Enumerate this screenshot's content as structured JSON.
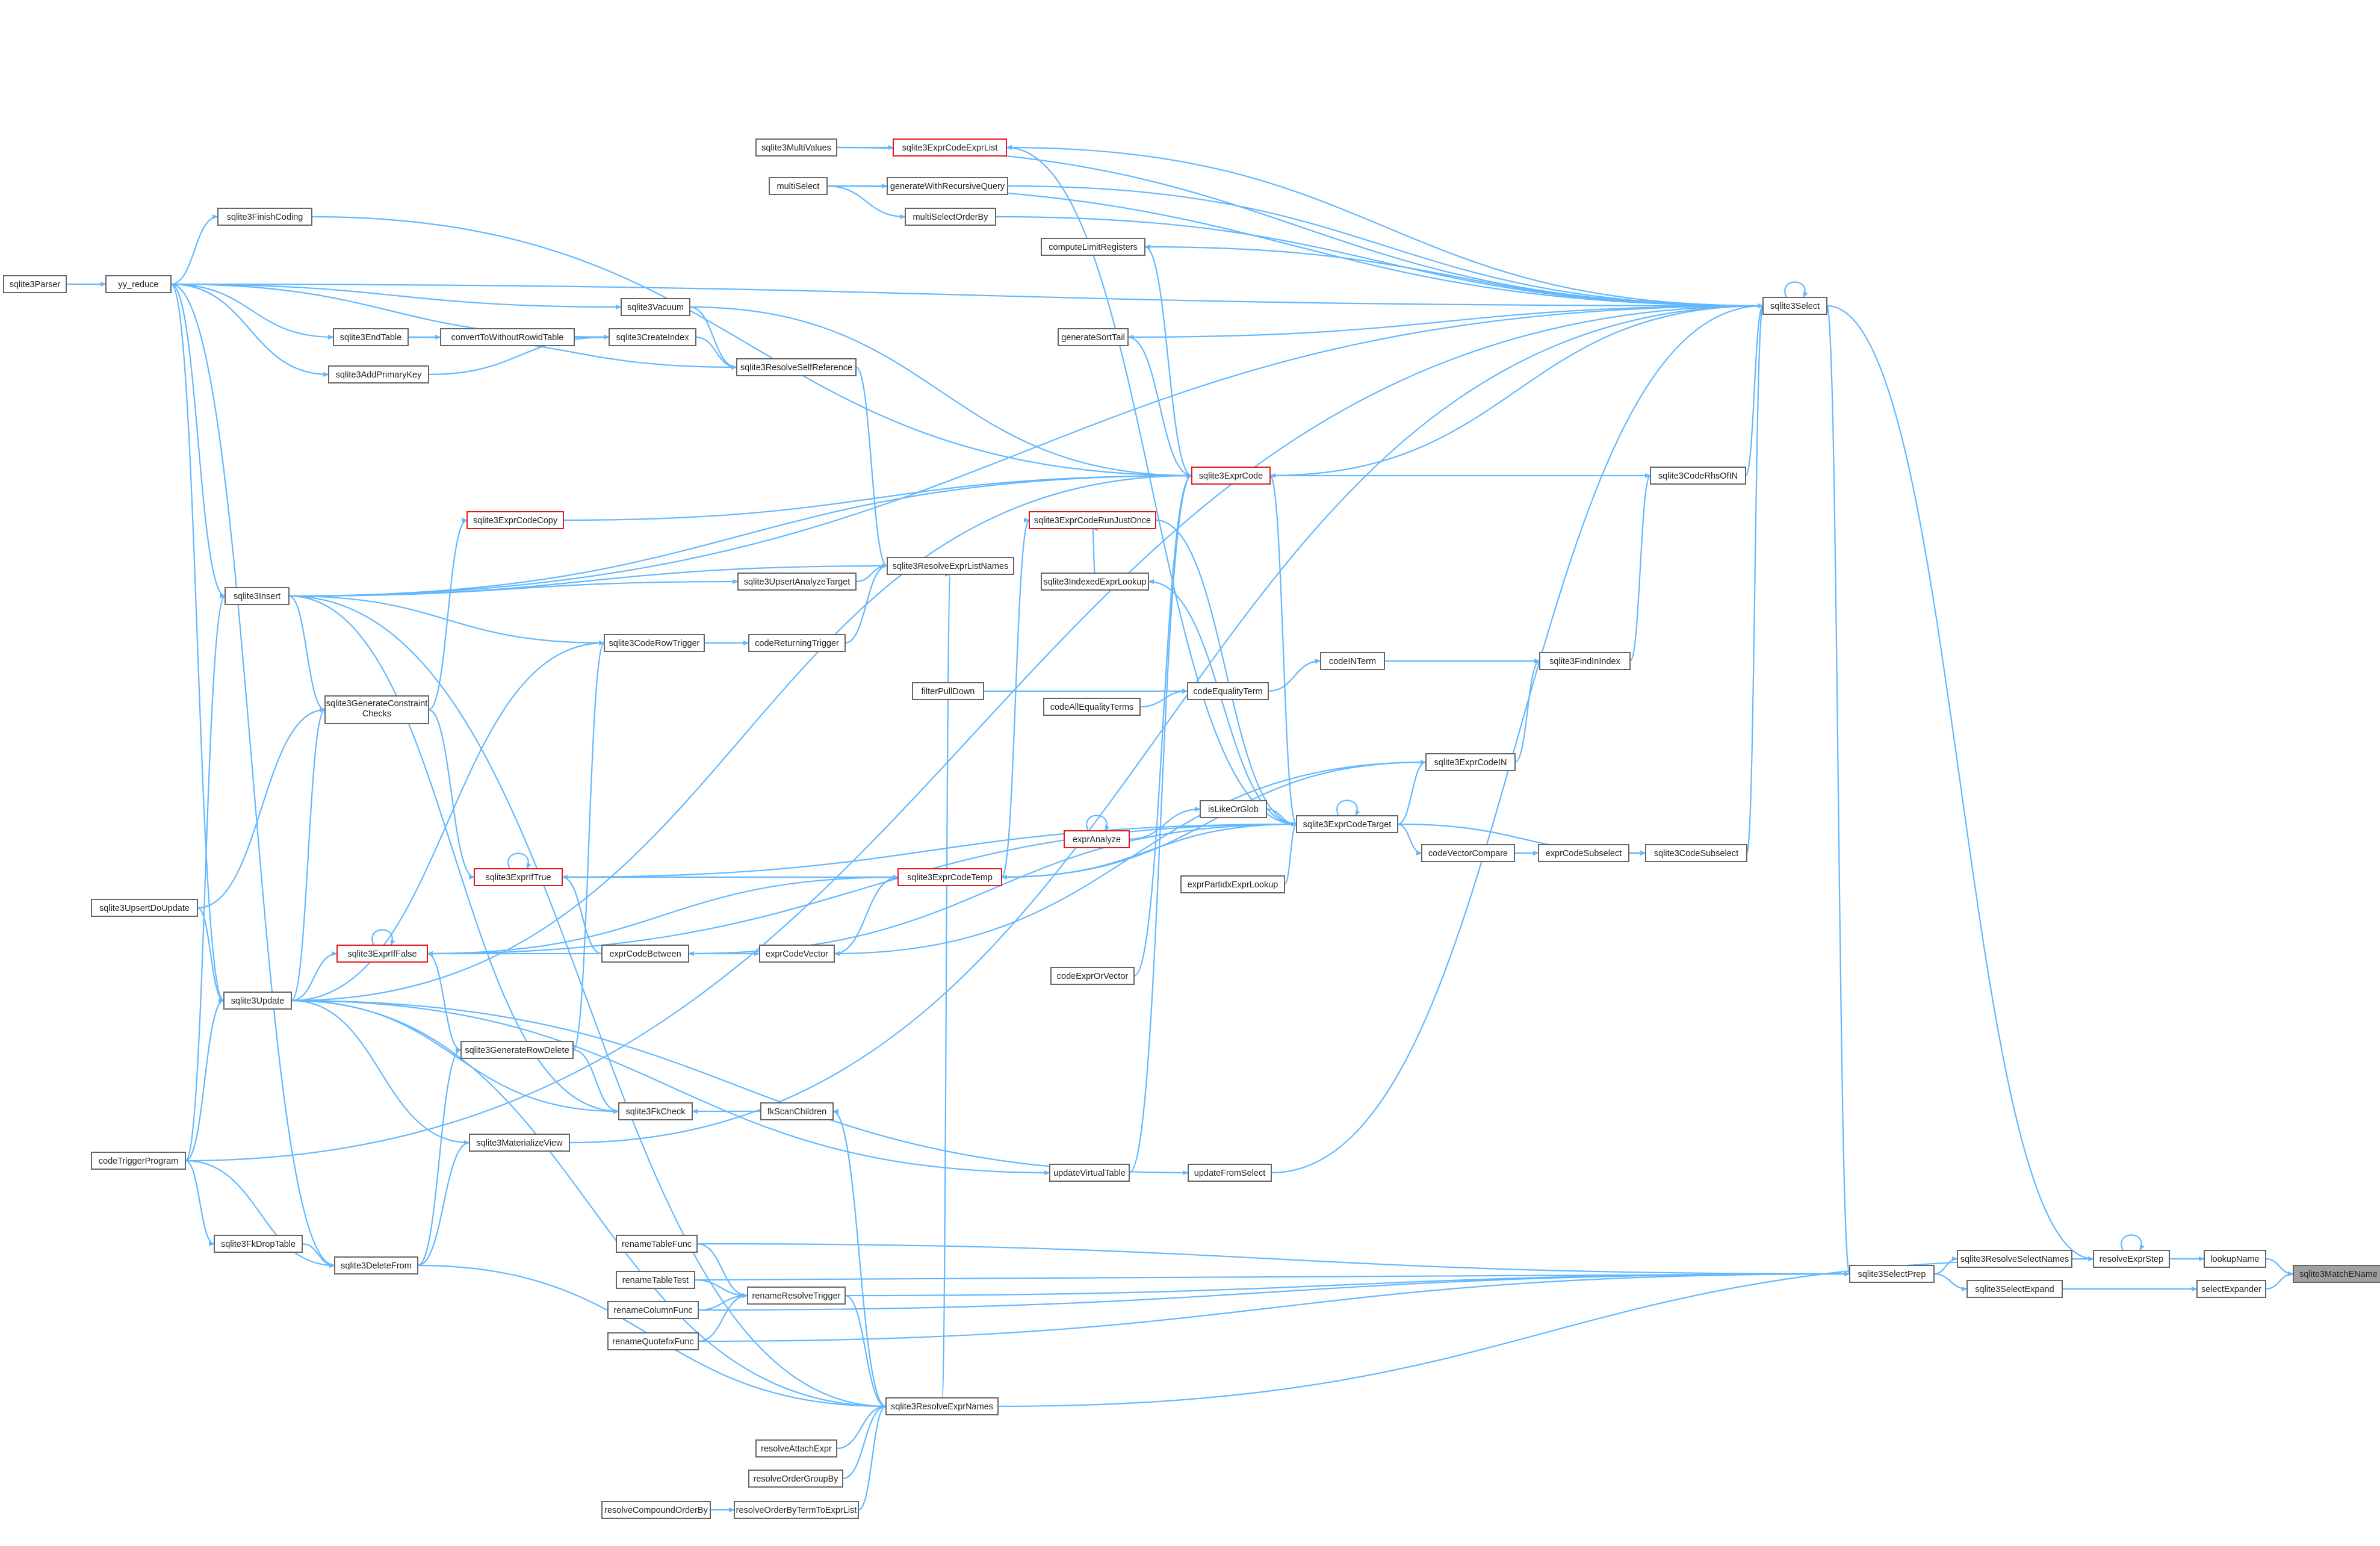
{
  "diagram": {
    "type": "call-graph",
    "root": "sqlite3MatchEName",
    "colors": {
      "edge": "#63b8ff",
      "node_border": "#666666",
      "highlight_border": "#e41a1c",
      "root_fill": "#a0a0a0"
    },
    "nodes": [
      {
        "id": "sqlite3MatchEName",
        "label": "sqlite3MatchEName",
        "root": true
      },
      {
        "id": "lookupName",
        "label": "lookupName"
      },
      {
        "id": "selectExpander",
        "label": "selectExpander"
      },
      {
        "id": "resolveExprStep",
        "label": "resolveExprStep"
      },
      {
        "id": "sqlite3ResolveSelectNames",
        "label": "sqlite3ResolveSelectNames"
      },
      {
        "id": "sqlite3SelectExpand",
        "label": "sqlite3SelectExpand"
      },
      {
        "id": "sqlite3SelectPrep",
        "label": "sqlite3SelectPrep"
      },
      {
        "id": "sqlite3Select",
        "label": "sqlite3Select"
      },
      {
        "id": "sqlite3CodeRhsOfIN",
        "label": "sqlite3CodeRhsOfIN"
      },
      {
        "id": "sqlite3FindInIndex",
        "label": "sqlite3FindInIndex"
      },
      {
        "id": "sqlite3ExprCodeIN",
        "label": "sqlite3ExprCodeIN"
      },
      {
        "id": "sqlite3CodeSubselect",
        "label": "sqlite3CodeSubselect"
      },
      {
        "id": "exprCodeSubselect",
        "label": "exprCodeSubselect"
      },
      {
        "id": "codeVectorCompare",
        "label": "codeVectorCompare"
      },
      {
        "id": "codeINTerm",
        "label": "codeINTerm"
      },
      {
        "id": "codeEqualityTerm",
        "label": "codeEqualityTerm"
      },
      {
        "id": "codeAllEqualityTerms",
        "label": "codeAllEqualityTerms"
      },
      {
        "id": "filterPullDown",
        "label": "filterPullDown"
      },
      {
        "id": "sqlite3ExprCodeTarget",
        "label": "sqlite3ExprCodeTarget"
      },
      {
        "id": "isLikeOrGlob",
        "label": "isLikeOrGlob"
      },
      {
        "id": "exprAnalyze",
        "label": "exprAnalyze",
        "red": true
      },
      {
        "id": "exprPartidxExprLookup",
        "label": "exprPartidxExprLookup"
      },
      {
        "id": "sqlite3ExprCode",
        "label": "sqlite3ExprCode",
        "red": true
      },
      {
        "id": "sqlite3ExprCodeExprList",
        "label": "sqlite3ExprCodeExprList",
        "red": true
      },
      {
        "id": "sqlite3MultiValues",
        "label": "sqlite3MultiValues"
      },
      {
        "id": "multiSelect",
        "label": "multiSelect"
      },
      {
        "id": "generateWithRecursiveQuery",
        "label": "generateWithRecursiveQuery"
      },
      {
        "id": "multiSelectOrderBy",
        "label": "multiSelectOrderBy"
      },
      {
        "id": "computeLimitRegisters",
        "label": "computeLimitRegisters"
      },
      {
        "id": "generateSortTail",
        "label": "generateSortTail"
      },
      {
        "id": "sqlite3ExprCodeRunJustOnce",
        "label": "sqlite3ExprCodeRunJustOnce",
        "red": true
      },
      {
        "id": "sqlite3IndexedExprLookup",
        "label": "sqlite3IndexedExprLookup"
      },
      {
        "id": "sqlite3ExprCodeTemp",
        "label": "sqlite3ExprCodeTemp",
        "red": true
      },
      {
        "id": "exprCodeVector",
        "label": "exprCodeVector"
      },
      {
        "id": "codeExprOrVector",
        "label": "codeExprOrVector"
      },
      {
        "id": "sqlite3ExprIfTrue",
        "label": "sqlite3ExprIfTrue",
        "red": true
      },
      {
        "id": "sqlite3ExprIfFalse",
        "label": "sqlite3ExprIfFalse",
        "red": true
      },
      {
        "id": "exprCodeBetween",
        "label": "exprCodeBetween"
      },
      {
        "id": "sqlite3ExprCodeCopy",
        "label": "sqlite3ExprCodeCopy",
        "red": true
      },
      {
        "id": "sqlite3ResolveExprListNames",
        "label": "sqlite3ResolveExprListNames"
      },
      {
        "id": "sqlite3UpsertAnalyzeTarget",
        "label": "sqlite3UpsertAnalyzeTarget"
      },
      {
        "id": "codeReturningTrigger",
        "label": "codeReturningTrigger"
      },
      {
        "id": "sqlite3CodeRowTrigger",
        "label": "sqlite3CodeRowTrigger"
      },
      {
        "id": "sqlite3Vacuum",
        "label": "sqlite3Vacuum"
      },
      {
        "id": "sqlite3ResolveSelfReference",
        "label": "sqlite3ResolveSelfReference"
      },
      {
        "id": "sqlite3CreateIndex",
        "label": "sqlite3CreateIndex"
      },
      {
        "id": "convertToWithoutRowidTable",
        "label": "convertToWithoutRowidTable"
      },
      {
        "id": "sqlite3EndTable",
        "label": "sqlite3EndTable"
      },
      {
        "id": "sqlite3AddPrimaryKey",
        "label": "sqlite3AddPrimaryKey"
      },
      {
        "id": "sqlite3FinishCoding",
        "label": "sqlite3FinishCoding"
      },
      {
        "id": "yy_reduce",
        "label": "yy_reduce"
      },
      {
        "id": "sqlite3Parser",
        "label": "sqlite3Parser"
      },
      {
        "id": "sqlite3Insert",
        "label": "sqlite3Insert"
      },
      {
        "id": "sqlite3GenerateConstraintChecks",
        "label": "sqlite3GenerateConstraint Checks"
      },
      {
        "id": "sqlite3UpsertDoUpdate",
        "label": "sqlite3UpsertDoUpdate"
      },
      {
        "id": "sqlite3Update",
        "label": "sqlite3Update"
      },
      {
        "id": "sqlite3GenerateRowDelete",
        "label": "sqlite3GenerateRowDelete"
      },
      {
        "id": "sqlite3FkCheck",
        "label": "sqlite3FkCheck"
      },
      {
        "id": "fkScanChildren",
        "label": "fkScanChildren"
      },
      {
        "id": "sqlite3MaterializeView",
        "label": "sqlite3MaterializeView"
      },
      {
        "id": "updateVirtualTable",
        "label": "updateVirtualTable"
      },
      {
        "id": "updateFromSelect",
        "label": "updateFromSelect"
      },
      {
        "id": "codeTriggerProgram",
        "label": "codeTriggerProgram"
      },
      {
        "id": "sqlite3FkDropTable",
        "label": "sqlite3FkDropTable"
      },
      {
        "id": "sqlite3DeleteFrom",
        "label": "sqlite3DeleteFrom"
      },
      {
        "id": "renameTableFunc",
        "label": "renameTableFunc"
      },
      {
        "id": "renameTableTest",
        "label": "renameTableTest"
      },
      {
        "id": "renameColumnFunc",
        "label": "renameColumnFunc"
      },
      {
        "id": "renameQuotefixFunc",
        "label": "renameQuotefixFunc"
      },
      {
        "id": "renameResolveTrigger",
        "label": "renameResolveTrigger"
      },
      {
        "id": "sqlite3ResolveExprNames",
        "label": "sqlite3ResolveExprNames"
      },
      {
        "id": "resolveAttachExpr",
        "label": "resolveAttachExpr"
      },
      {
        "id": "resolveOrderGroupBy",
        "label": "resolveOrderGroupBy"
      },
      {
        "id": "resolveCompoundOrderBy",
        "label": "resolveCompoundOrderBy"
      },
      {
        "id": "resolveOrderByTermToExprList",
        "label": "resolveOrderByTermToExprList"
      }
    ],
    "edges": [
      [
        "lookupName",
        "sqlite3MatchEName"
      ],
      [
        "selectExpander",
        "sqlite3MatchEName"
      ],
      [
        "resolveExprStep",
        "lookupName"
      ],
      [
        "sqlite3SelectExpand",
        "selectExpander"
      ],
      [
        "resolveExprStep",
        "resolveExprStep"
      ],
      [
        "sqlite3ResolveSelectNames",
        "resolveExprStep"
      ],
      [
        "sqlite3ResolveExprNames",
        "resolveExprStep"
      ],
      [
        "sqlite3Select",
        "resolveExprStep"
      ],
      [
        "sqlite3SelectPrep",
        "sqlite3ResolveSelectNames"
      ],
      [
        "sqlite3SelectPrep",
        "sqlite3SelectExpand"
      ],
      [
        "sqlite3Select",
        "sqlite3SelectPrep"
      ],
      [
        "renameTableFunc",
        "sqlite3SelectPrep"
      ],
      [
        "renameTableTest",
        "sqlite3SelectPrep"
      ],
      [
        "renameColumnFunc",
        "sqlite3SelectPrep"
      ],
      [
        "renameQuotefixFunc",
        "sqlite3SelectPrep"
      ],
      [
        "renameResolveTrigger",
        "sqlite3SelectPrep"
      ],
      [
        "sqlite3Select",
        "sqlite3Select"
      ],
      [
        "sqlite3CodeSubselect",
        "sqlite3Select"
      ],
      [
        "sqlite3CodeRhsOfIN",
        "sqlite3Select"
      ],
      [
        "generateWithRecursiveQuery",
        "sqlite3Select"
      ],
      [
        "multiSelect",
        "sqlite3Select"
      ],
      [
        "multiSelectOrderBy",
        "sqlite3Select"
      ],
      [
        "sqlite3MultiValues",
        "sqlite3Select"
      ],
      [
        "yy_reduce",
        "sqlite3Select"
      ],
      [
        "sqlite3Insert",
        "sqlite3Select"
      ],
      [
        "sqlite3MaterializeView",
        "sqlite3Select"
      ],
      [
        "updateFromSelect",
        "sqlite3Select"
      ],
      [
        "codeTriggerProgram",
        "sqlite3Select"
      ],
      [
        "sqlite3FindInIndex",
        "sqlite3CodeRhsOfIN"
      ],
      [
        "sqlite3ExprCodeIN",
        "sqlite3FindInIndex"
      ],
      [
        "codeINTerm",
        "sqlite3FindInIndex"
      ],
      [
        "sqlite3ExprCodeTarget",
        "sqlite3ExprCodeIN"
      ],
      [
        "sqlite3ExprCodeTarget",
        "sqlite3CodeSubselect"
      ],
      [
        "exprCodeSubselect",
        "sqlite3CodeSubselect"
      ],
      [
        "codeVectorCompare",
        "exprCodeSubselect"
      ],
      [
        "sqlite3ExprCodeTarget",
        "codeVectorCompare"
      ],
      [
        "codeEqualityTerm",
        "codeINTerm"
      ],
      [
        "codeAllEqualityTerms",
        "codeEqualityTerm"
      ],
      [
        "filterPullDown",
        "codeEqualityTerm"
      ],
      [
        "sqlite3ExprCodeTarget",
        "sqlite3ExprCodeTarget"
      ],
      [
        "sqlite3ExprCode",
        "sqlite3ExprCodeTarget"
      ],
      [
        "sqlite3ExprCodeTemp",
        "sqlite3ExprCodeTarget"
      ],
      [
        "isLikeOrGlob",
        "sqlite3ExprCodeTarget"
      ],
      [
        "exprPartidxExprLookup",
        "sqlite3ExprCodeTarget"
      ],
      [
        "exprAnalyze",
        "isLikeOrGlob"
      ],
      [
        "exprAnalyze",
        "exprAnalyze"
      ],
      [
        "sqlite3ExprCodeExprList",
        "sqlite3ExprCodeTarget"
      ],
      [
        "sqlite3ExprCodeRunJustOnce",
        "sqlite3ExprCodeTarget"
      ],
      [
        "sqlite3Select",
        "sqlite3ExprCode"
      ],
      [
        "sqlite3CodeRhsOfIN",
        "sqlite3ExprCode"
      ],
      [
        "computeLimitRegisters",
        "sqlite3ExprCode"
      ],
      [
        "generateSortTail",
        "sqlite3ExprCode"
      ],
      [
        "sqlite3ExprCodeCopy",
        "sqlite3ExprCode"
      ],
      [
        "sqlite3Insert",
        "sqlite3ExprCode"
      ],
      [
        "sqlite3Update",
        "sqlite3ExprCode"
      ],
      [
        "sqlite3Vacuum",
        "sqlite3ExprCode"
      ],
      [
        "sqlite3FinishCoding",
        "sqlite3ExprCode"
      ],
      [
        "codeExprOrVector",
        "sqlite3ExprCode"
      ],
      [
        "updateVirtualTable",
        "sqlite3ExprCode"
      ],
      [
        "sqlite3MultiValues",
        "sqlite3ExprCodeExprList"
      ],
      [
        "sqlite3Select",
        "sqlite3ExprCodeExprList"
      ],
      [
        "multiSelect",
        "generateWithRecursiveQuery"
      ],
      [
        "multiSelect",
        "multiSelectOrderBy"
      ],
      [
        "sqlite3Select",
        "computeLimitRegisters"
      ],
      [
        "sqlite3Select",
        "generateSortTail"
      ],
      [
        "sqlite3IndexedExprLookup",
        "sqlite3ExprCodeRunJustOnce"
      ],
      [
        "sqlite3ExprCodeTemp",
        "sqlite3ExprCodeRunJustOnce"
      ],
      [
        "sqlite3ExprCodeTarget",
        "sqlite3IndexedExprLookup"
      ],
      [
        "sqlite3ExprIfTrue",
        "sqlite3ExprCodeTemp"
      ],
      [
        "sqlite3ExprIfFalse",
        "sqlite3ExprCodeTemp"
      ],
      [
        "exprCodeVector",
        "sqlite3ExprCodeTemp"
      ],
      [
        "sqlite3ExprCodeIN",
        "sqlite3ExprCodeTemp"
      ],
      [
        "exprCodeBetween",
        "exprCodeVector"
      ],
      [
        "sqlite3ExprCodeIN",
        "exprCodeVector"
      ],
      [
        "sqlite3ExprIfTrue",
        "sqlite3ExprIfTrue"
      ],
      [
        "sqlite3ExprIfFalse",
        "sqlite3ExprIfFalse"
      ],
      [
        "exprCodeBetween",
        "sqlite3ExprIfTrue"
      ],
      [
        "exprCodeBetween",
        "sqlite3ExprIfFalse"
      ],
      [
        "sqlite3ExprCodeTarget",
        "exprCodeBetween"
      ],
      [
        "sqlite3ExprCodeTarget",
        "sqlite3ExprIfTrue"
      ],
      [
        "sqlite3ExprCodeTarget",
        "sqlite3ExprIfFalse"
      ],
      [
        "sqlite3GenerateConstraintChecks",
        "sqlite3ExprIfTrue"
      ],
      [
        "sqlite3Update",
        "sqlite3ExprIfFalse"
      ],
      [
        "sqlite3GenerateRowDelete",
        "sqlite3ExprIfFalse"
      ],
      [
        "sqlite3GenerateConstraintChecks",
        "sqlite3ExprCodeCopy"
      ],
      [
        "sqlite3UpsertAnalyzeTarget",
        "sqlite3ResolveExprListNames"
      ],
      [
        "codeReturningTrigger",
        "sqlite3ResolveExprListNames"
      ],
      [
        "sqlite3ResolveSelfReference",
        "sqlite3ResolveExprListNames"
      ],
      [
        "sqlite3Insert",
        "sqlite3ResolveExprListNames"
      ],
      [
        "sqlite3ResolveExprNames",
        "sqlite3ResolveExprListNames"
      ],
      [
        "sqlite3Insert",
        "sqlite3UpsertAnalyzeTarget"
      ],
      [
        "sqlite3CodeRowTrigger",
        "codeReturningTrigger"
      ],
      [
        "sqlite3Insert",
        "sqlite3CodeRowTrigger"
      ],
      [
        "sqlite3Update",
        "sqlite3CodeRowTrigger"
      ],
      [
        "sqlite3GenerateRowDelete",
        "sqlite3CodeRowTrigger"
      ],
      [
        "sqlite3Vacuum",
        "sqlite3ResolveSelfReference"
      ],
      [
        "sqlite3CreateIndex",
        "sqlite3ResolveSelfReference"
      ],
      [
        "sqlite3EndTable",
        "sqlite3ResolveSelfReference"
      ],
      [
        "convertToWithoutRowidTable",
        "sqlite3CreateIndex"
      ],
      [
        "sqlite3AddPrimaryKey",
        "sqlite3CreateIndex"
      ],
      [
        "sqlite3EndTable",
        "convertToWithoutRowidTable"
      ],
      [
        "yy_reduce",
        "sqlite3Vacuum"
      ],
      [
        "yy_reduce",
        "sqlite3EndTable"
      ],
      [
        "yy_reduce",
        "sqlite3AddPrimaryKey"
      ],
      [
        "yy_reduce",
        "sqlite3FinishCoding"
      ],
      [
        "yy_reduce",
        "sqlite3CreateIndex"
      ],
      [
        "yy_reduce",
        "sqlite3Insert"
      ],
      [
        "yy_reduce",
        "sqlite3Update"
      ],
      [
        "yy_reduce",
        "sqlite3DeleteFrom"
      ],
      [
        "sqlite3Parser",
        "yy_reduce"
      ],
      [
        "codeTriggerProgram",
        "sqlite3Insert"
      ],
      [
        "codeTriggerProgram",
        "sqlite3Update"
      ],
      [
        "codeTriggerProgram",
        "sqlite3DeleteFrom"
      ],
      [
        "sqlite3Insert",
        "sqlite3GenerateConstraintChecks"
      ],
      [
        "sqlite3Update",
        "sqlite3GenerateConstraintChecks"
      ],
      [
        "sqlite3UpsertDoUpdate",
        "sqlite3GenerateConstraintChecks"
      ],
      [
        "sqlite3UpsertDoUpdate",
        "sqlite3Update"
      ],
      [
        "sqlite3DeleteFrom",
        "sqlite3GenerateRowDelete"
      ],
      [
        "sqlite3GenerateRowDelete",
        "sqlite3FkCheck"
      ],
      [
        "sqlite3Update",
        "sqlite3FkCheck"
      ],
      [
        "sqlite3Insert",
        "sqlite3FkCheck"
      ],
      [
        "fkScanChildren",
        "sqlite3FkCheck"
      ],
      [
        "sqlite3ResolveExprNames",
        "fkScanChildren"
      ],
      [
        "sqlite3DeleteFrom",
        "sqlite3MaterializeView"
      ],
      [
        "sqlite3Update",
        "sqlite3MaterializeView"
      ],
      [
        "sqlite3Update",
        "updateVirtualTable"
      ],
      [
        "sqlite3Update",
        "updateFromSelect"
      ],
      [
        "sqlite3FkDropTable",
        "sqlite3DeleteFrom"
      ],
      [
        "codeTriggerProgram",
        "sqlite3FkDropTable"
      ],
      [
        "renameTableTest",
        "renameResolveTrigger"
      ],
      [
        "renameColumnFunc",
        "renameResolveTrigger"
      ],
      [
        "renameQuotefixFunc",
        "renameResolveTrigger"
      ],
      [
        "renameTableFunc",
        "renameResolveTrigger"
      ],
      [
        "renameResolveTrigger",
        "sqlite3ResolveExprNames"
      ],
      [
        "resolveAttachExpr",
        "sqlite3ResolveExprNames"
      ],
      [
        "resolveOrderGroupBy",
        "sqlite3ResolveExprNames"
      ],
      [
        "resolveOrderByTermToExprList",
        "sqlite3ResolveExprNames"
      ],
      [
        "resolveCompoundOrderBy",
        "resolveOrderByTermToExprList"
      ],
      [
        "sqlite3Update",
        "sqlite3ResolveExprNames"
      ],
      [
        "sqlite3DeleteFrom",
        "sqlite3ResolveExprNames"
      ],
      [
        "sqlite3Insert",
        "sqlite3ResolveExprNames"
      ]
    ]
  }
}
